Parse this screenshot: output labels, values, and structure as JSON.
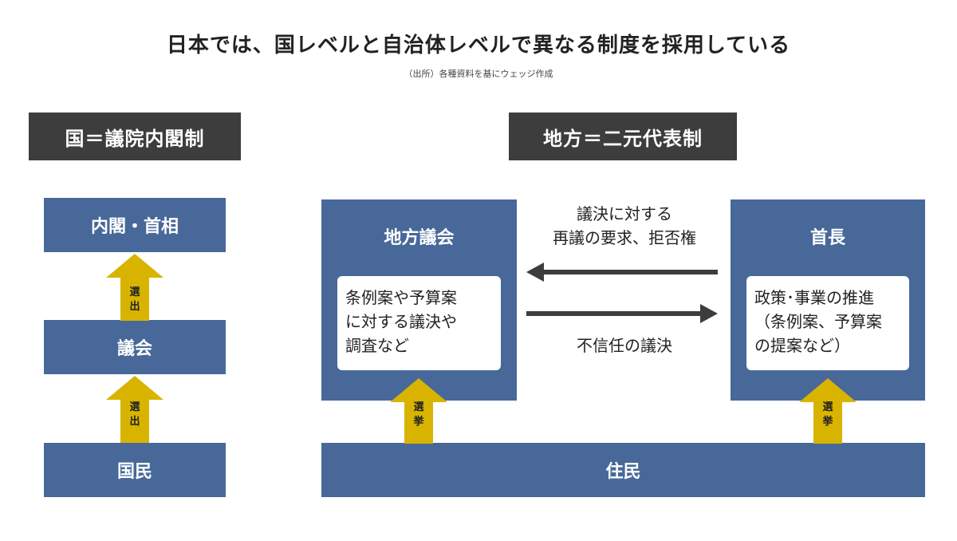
{
  "title": "日本では、国レベルと自治体レベルで異なる制度を採用している",
  "source": "（出所）各種資料を基にウェッジ作成",
  "colors": {
    "header_bg": "#3d3d3d",
    "box_blue": "#476899",
    "arrow_gold": "#d8b400",
    "arrow_dark": "#3d3d3d"
  },
  "national": {
    "header": "国＝議院内閣制",
    "top_box": "内閣・首相",
    "middle_box": "議会",
    "bottom_box": "国民",
    "arrow_upper_label": [
      "選",
      "出"
    ],
    "arrow_lower_label": [
      "選",
      "出"
    ]
  },
  "local": {
    "header": "地方＝二元代表制",
    "assembly": {
      "title": "地方議会",
      "detail_lines": [
        "条例案や予算案",
        "に対する議決や",
        "調査など"
      ]
    },
    "executive": {
      "title": "首長",
      "detail_lines": [
        "政策･事業の推進",
        "（条例案、予算案",
        "の提案など）"
      ]
    },
    "top_arrow_text": [
      "議決に対する",
      "再議の要求、拒否権"
    ],
    "bottom_arrow_text": "不信任の議決",
    "residents": "住民",
    "arrow_left_label": [
      "選",
      "挙"
    ],
    "arrow_right_label": [
      "選",
      "挙"
    ]
  }
}
